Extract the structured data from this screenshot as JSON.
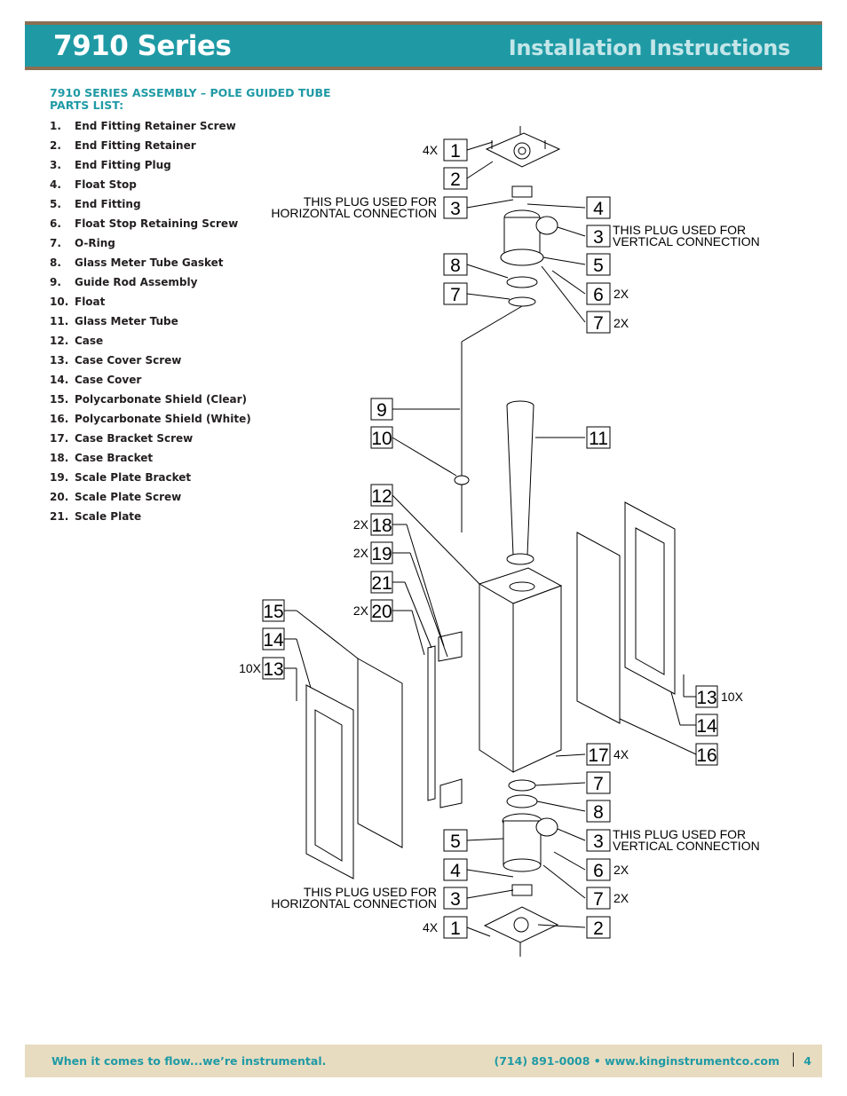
{
  "header": {
    "series": "7910 Series",
    "doc_title": "Installation Instructions"
  },
  "section": {
    "title": "7910 SERIES ASSEMBLY – POLE GUIDED TUBE",
    "subtitle": "PARTS LIST:"
  },
  "parts": [
    {
      "num": "1.",
      "name": "End Fitting Retainer Screw"
    },
    {
      "num": "2.",
      "name": "End Fitting Retainer"
    },
    {
      "num": "3.",
      "name": "End Fitting Plug"
    },
    {
      "num": "4.",
      "name": "Float Stop"
    },
    {
      "num": "5.",
      "name": "End Fitting"
    },
    {
      "num": "6.",
      "name": "Float Stop Retaining Screw"
    },
    {
      "num": "7.",
      "name": "O-Ring"
    },
    {
      "num": "8.",
      "name": "Glass Meter Tube Gasket"
    },
    {
      "num": "9.",
      "name": "Guide Rod Assembly"
    },
    {
      "num": "10.",
      "name": "Float"
    },
    {
      "num": "11.",
      "name": "Glass Meter Tube"
    },
    {
      "num": "12.",
      "name": "Case"
    },
    {
      "num": "13.",
      "name": "Case Cover Screw"
    },
    {
      "num": "14.",
      "name": "Case Cover"
    },
    {
      "num": "15.",
      "name": "Polycarbonate Shield (Clear)"
    },
    {
      "num": "16.",
      "name": "Polycarbonate Shield (White)"
    },
    {
      "num": "17.",
      "name": "Case Bracket Screw"
    },
    {
      "num": "18.",
      "name": "Case Bracket"
    },
    {
      "num": "19.",
      "name": "Scale Plate Bracket"
    },
    {
      "num": "20.",
      "name": "Scale Plate Screw"
    },
    {
      "num": "21.",
      "name": "Scale Plate"
    }
  ],
  "diagram": {
    "callouts": {
      "c1_top": "1",
      "c2_top": "2",
      "c3_top_left": "3",
      "c4_top": "4",
      "c3_top_right": "3",
      "c8_top": "8",
      "c5_top": "5",
      "c7_top_left": "7",
      "c6_top": "6",
      "c7_top_right": "7",
      "c9": "9",
      "c10": "10",
      "c11": "11",
      "c12": "12",
      "c18": "18",
      "c19": "19",
      "c21": "21",
      "c15": "15",
      "c20": "20",
      "c14_left": "14",
      "c13_left": "13",
      "c13_right": "13",
      "c14_right": "14",
      "c16": "16",
      "c17": "17",
      "c7_bot_right": "7",
      "c8_bot": "8",
      "c5_bot": "5",
      "c3_bot_right": "3",
      "c4_bot": "4",
      "c6_bot": "6",
      "c3_bot_left": "3",
      "c7_bot_right2": "7",
      "c1_bot": "1",
      "c2_bot": "2"
    },
    "notes": {
      "q4x_top": "4X",
      "horiz_top_1": "THIS PLUG USED FOR",
      "horiz_top_2": "HORIZONTAL CONNECTION",
      "vert_top_1": "THIS PLUG USED FOR",
      "vert_top_2": "VERTICAL CONNECTION",
      "q2x_6_top": "2X",
      "q2x_7_top": "2X",
      "q2x_18": "2X",
      "q2x_19": "2X",
      "q2x_20": "2X",
      "q10x_left": "10X",
      "q10x_right": "10X",
      "q4x_17": "4X",
      "vert_bot_1": "THIS PLUG USED FOR",
      "vert_bot_2": "VERTICAL CONNECTION",
      "q2x_6_bot": "2X",
      "q2x_7_bot": "2X",
      "horiz_bot_1": "THIS PLUG USED FOR",
      "horiz_bot_2": "HORIZONTAL CONNECTION",
      "q4x_bot": "4X"
    }
  },
  "footer": {
    "tagline": "When it comes to flow...we’re instrumental.",
    "contact": "(714) 891-0008 • www.kinginstrumentco.com",
    "page": "4"
  }
}
